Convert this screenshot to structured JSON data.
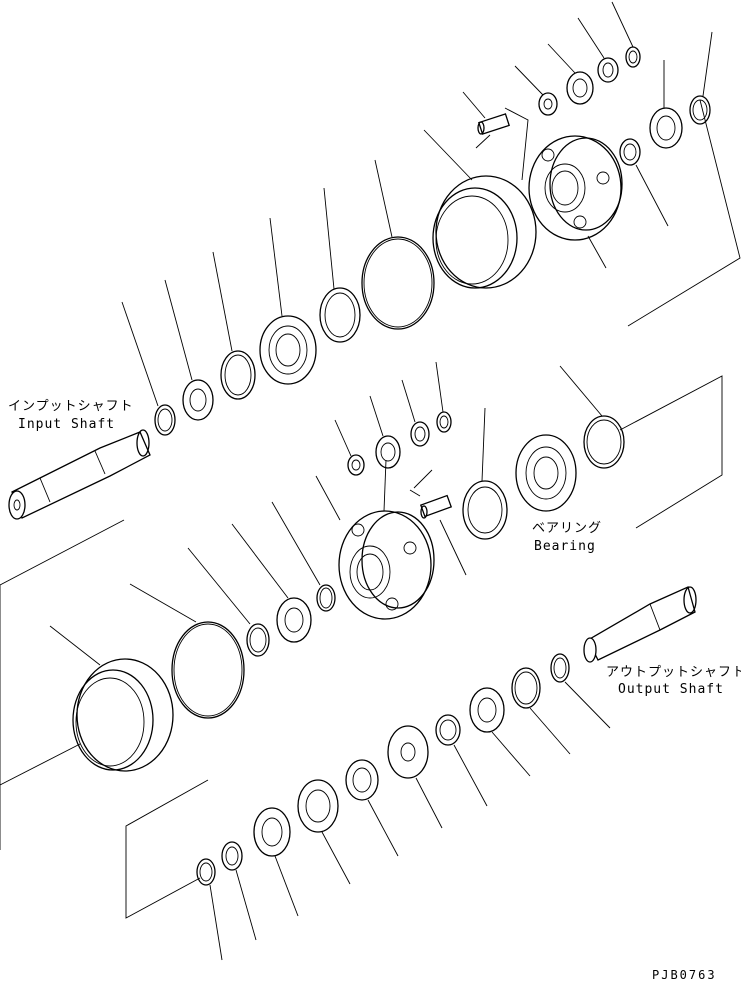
{
  "labels": {
    "input_shaft_jp": "インプットシャフト",
    "input_shaft_en": "Input Shaft",
    "bearing_jp": "ベアリング",
    "bearing_en": "Bearing",
    "output_shaft_jp": "アウトプットシャフト",
    "output_shaft_en": "Output Shaft",
    "drawing_code": "PJB0763"
  }
}
